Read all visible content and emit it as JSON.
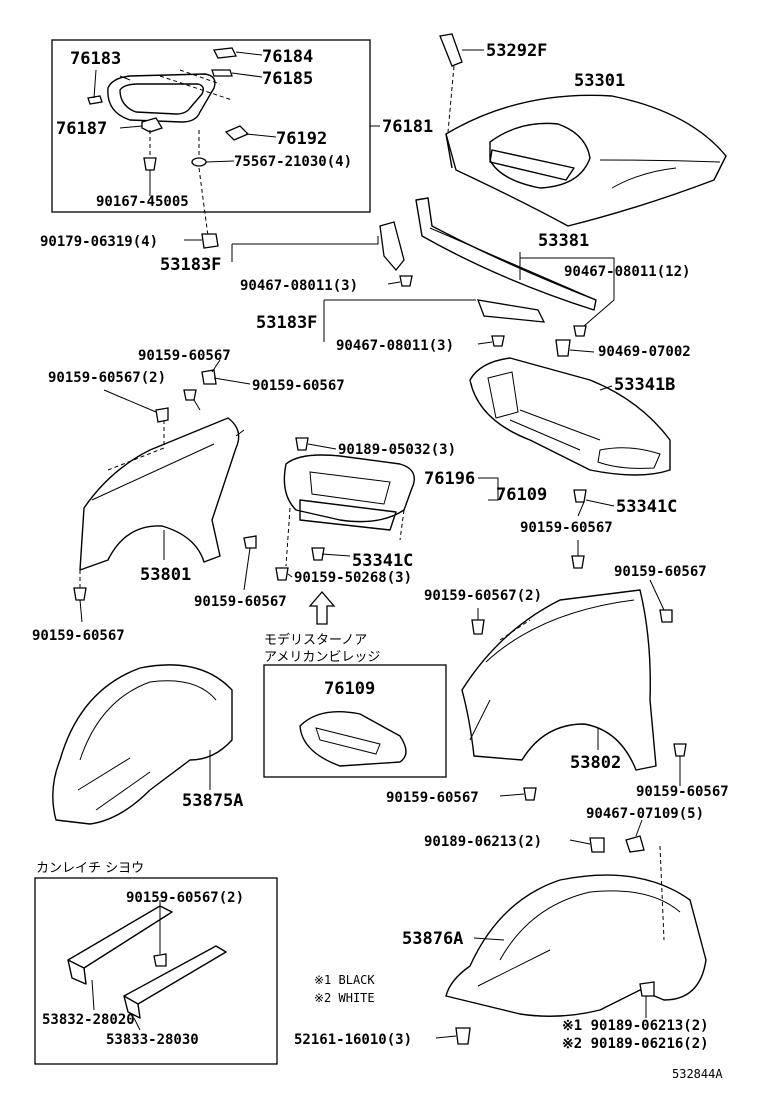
{
  "labels": {
    "p76183": "76183",
    "p76184": "76184",
    "p76185": "76185",
    "p76187": "76187",
    "p76192": "76192",
    "p76181": "76181",
    "p75567": "75567-21030(4)",
    "p90167": "90167-45005",
    "p53292": "53292F",
    "p53301": "53301",
    "p90179": "90179-06319(4)",
    "p53183a": "53183F",
    "p90467a": "90467-08011(3)",
    "p53381": "53381",
    "p90467c": "90467-08011(12)",
    "p53183b": "53183F",
    "p90467b": "90467-08011(3)",
    "p90469": "90469-07002",
    "p90159a": "90159-60567",
    "p90159b": "90159-60567(2)",
    "p90159c": "90159-60567",
    "p53341b": "53341B",
    "p90189a": "90189-05032(3)",
    "p76196": "76196",
    "p76109a": "76109",
    "p53341c1": "53341C",
    "p53801": "53801",
    "p90159d": "90159-60567",
    "p53341c2": "53341C",
    "p90159e": "90159-50268(3)",
    "p90159f": "90159-60567",
    "p90159g": "90159-60567",
    "p90159h": "90159-60567(2)",
    "p90159i": "90159-60567",
    "jp1": "モデリスターノア",
    "jp2": "アメリカンビレッジ",
    "p76109b": "76109",
    "p53875": "53875A",
    "p53802": "53802",
    "p90159j": "90159-60567",
    "p90159k": "90159-60567",
    "p90467d": "90467-07109(5)",
    "p90189b": "90189-06213(2)",
    "jp3": "カンレイチ シヨウ",
    "p90159l": "90159-60567(2)",
    "p53876": "53876A",
    "note1": "※1 BLACK",
    "note2": "※2 WHITE",
    "p53832": "53832-28020",
    "p53833": "53833-28030",
    "p52161": "52161-16010(3)",
    "p90189c": "※1 90189-06213(2)",
    "p90189d": "※2 90189-06216(2)",
    "code": "532844A"
  }
}
